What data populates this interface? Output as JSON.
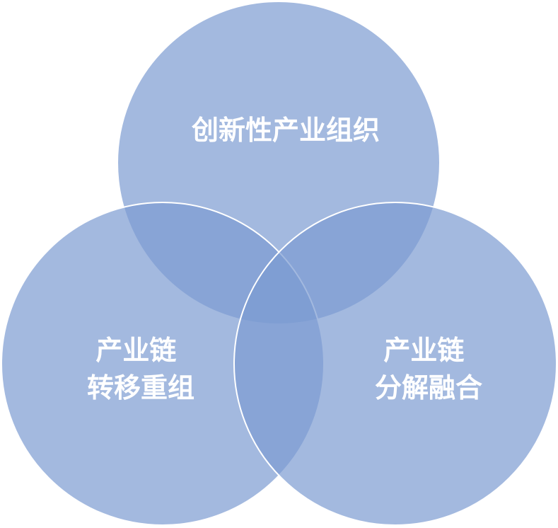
{
  "diagram": {
    "type": "venn",
    "circles": [
      {
        "id": "top",
        "label_lines": [
          "创新性产业组织"
        ]
      },
      {
        "id": "left",
        "label_lines": [
          "产业链",
          "转移重组"
        ]
      },
      {
        "id": "right",
        "label_lines": [
          "产业链",
          "分解融合"
        ]
      }
    ],
    "colors": {
      "circle_fill": "#7c9bd2",
      "circle_stroke": "#ffffff",
      "label": "#ffffff"
    }
  }
}
